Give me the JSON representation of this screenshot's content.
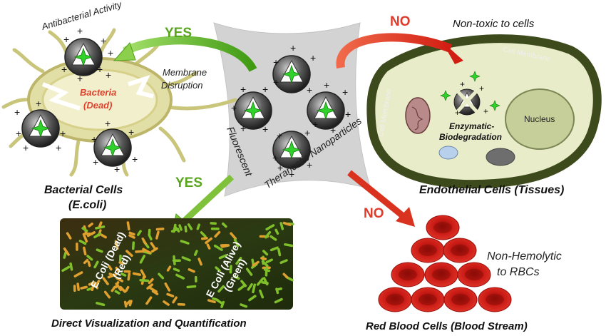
{
  "labels": {
    "antibacterial": "Antibacterial Activity",
    "yes_top": "YES",
    "no_top": "NO",
    "non_toxic": "Non-toxic to cells",
    "membrane_disruption_1": "Membrane",
    "membrane_disruption_2": "Disruption",
    "bacteria_1": "Bacteria",
    "bacteria_2": "(Dead)",
    "cell_membrane_top": "Cell Membrane",
    "cell_membrane_left": "Cell Membrane",
    "nucleus": "Nucleus",
    "enzymatic_1": "Enzymatic-",
    "enzymatic_2": "Biodegradation",
    "fluorescent": "Fluorescent",
    "theranostic": "Theranostic Nanoparticles",
    "bacterial_cells_1": "Bacterial Cells",
    "bacterial_cells_2": "(E.coli)",
    "endothelial": "Endothelial Cells (Tissues)",
    "yes_bottom": "YES",
    "no_bottom": "NO",
    "ecoli_dead_1": "E Coli (Dead)",
    "ecoli_dead_2": "(Red)",
    "ecoli_alive_1": "E Coli (Alive)",
    "ecoli_alive_2": "(Green)",
    "non_hemolytic_1": "Non-Hemolytic",
    "non_hemolytic_2": "to RBCs",
    "direct_vis": "Direct Visualization and Quantification",
    "rbc": "Red Blood Cells (Blood Stream)"
  },
  "colors": {
    "yes": "#5aa51e",
    "no": "#e03a2a",
    "bacteria_text": "#e0402c",
    "cell_fill": "#e8ecc9",
    "cell_border": "#3d4a1c",
    "np_green": "#2fd12a",
    "rbc": "#c81a14"
  }
}
